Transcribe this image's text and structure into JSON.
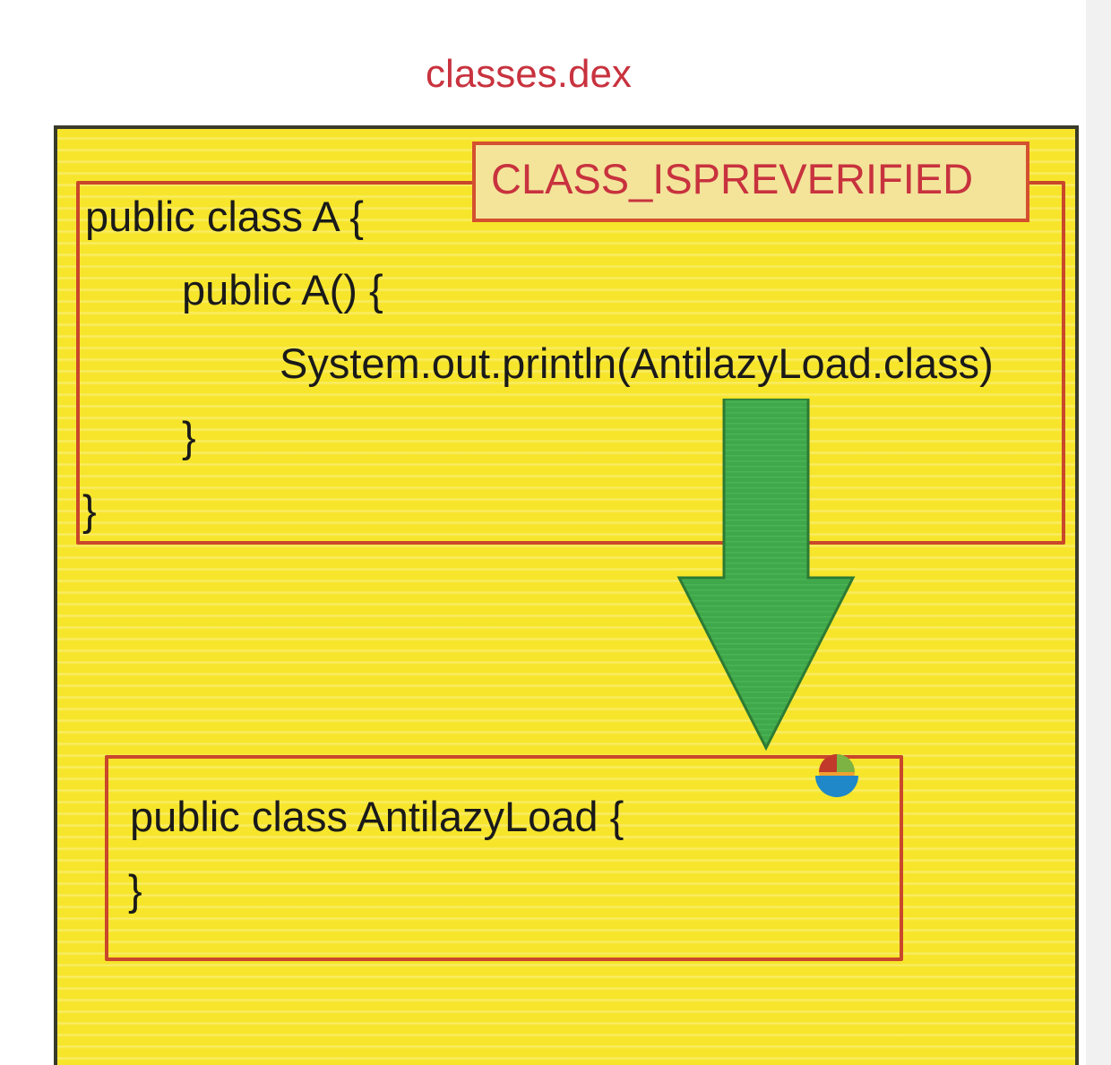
{
  "diagram": {
    "title": "classes.dex",
    "flag_label": "CLASS_ISPREVERIFIED",
    "class_a_lines": [
      "public class A {",
      "public A() {",
      "System.out.println(AntilazyLoad.class)",
      "}",
      "}"
    ],
    "antilazy_lines": [
      "public class AntilazyLoad {",
      "}"
    ],
    "colors": {
      "background_fill": "#f7e52b",
      "box_border": "#c9472a",
      "label_text": "#c8323e",
      "arrow": "#3fa84a"
    },
    "icons": {
      "arrow": "down-arrow-icon",
      "watermark": "bowl-logo-icon"
    }
  }
}
